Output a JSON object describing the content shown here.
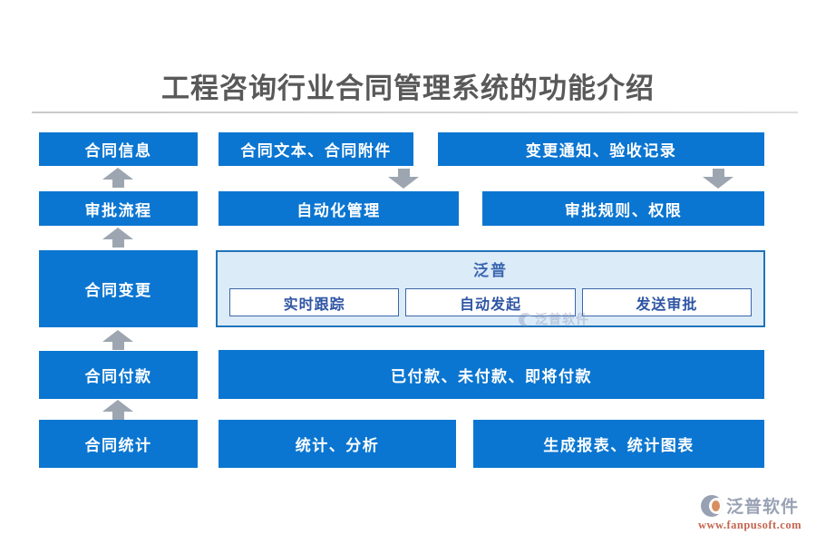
{
  "title": "工程咨询行业合同管理系统的功能介绍",
  "left_column": {
    "items": [
      {
        "label": "合同信息"
      },
      {
        "label": "审批流程"
      },
      {
        "label": "合同变更"
      },
      {
        "label": "合同付款"
      },
      {
        "label": "合同统计"
      }
    ]
  },
  "row1": {
    "box1": "合同文本、合同附件",
    "box2": "变更通知、验收记录"
  },
  "row2": {
    "box1": "自动化管理",
    "box2": "审批规则、权限"
  },
  "panel": {
    "title": "泛普",
    "items": [
      {
        "label": "实时跟踪"
      },
      {
        "label": "自动发起"
      },
      {
        "label": "发送审批"
      }
    ]
  },
  "row4": {
    "box1": "已付款、未付款、即将付款"
  },
  "row5": {
    "box1": "统计、分析",
    "box2": "生成报表、统计图表"
  },
  "watermark": {
    "text": "泛普软件"
  },
  "footer_logo": {
    "name": "泛普软件",
    "url": "www.fanpusoft.com"
  },
  "icons": {
    "up_arrow": "▲",
    "down_arrow": "▼",
    "brand_logo": "fan-circle"
  },
  "colors": {
    "node_blue": "#0b76d1",
    "arrow_gray": "#9da6b0",
    "panel_bg": "#dcebf8",
    "panel_border": "#2173b9",
    "panel_text": "#2f55a4",
    "title_text": "#595959",
    "logo_text": "#99a2b4",
    "url_text": "#c4654f"
  }
}
